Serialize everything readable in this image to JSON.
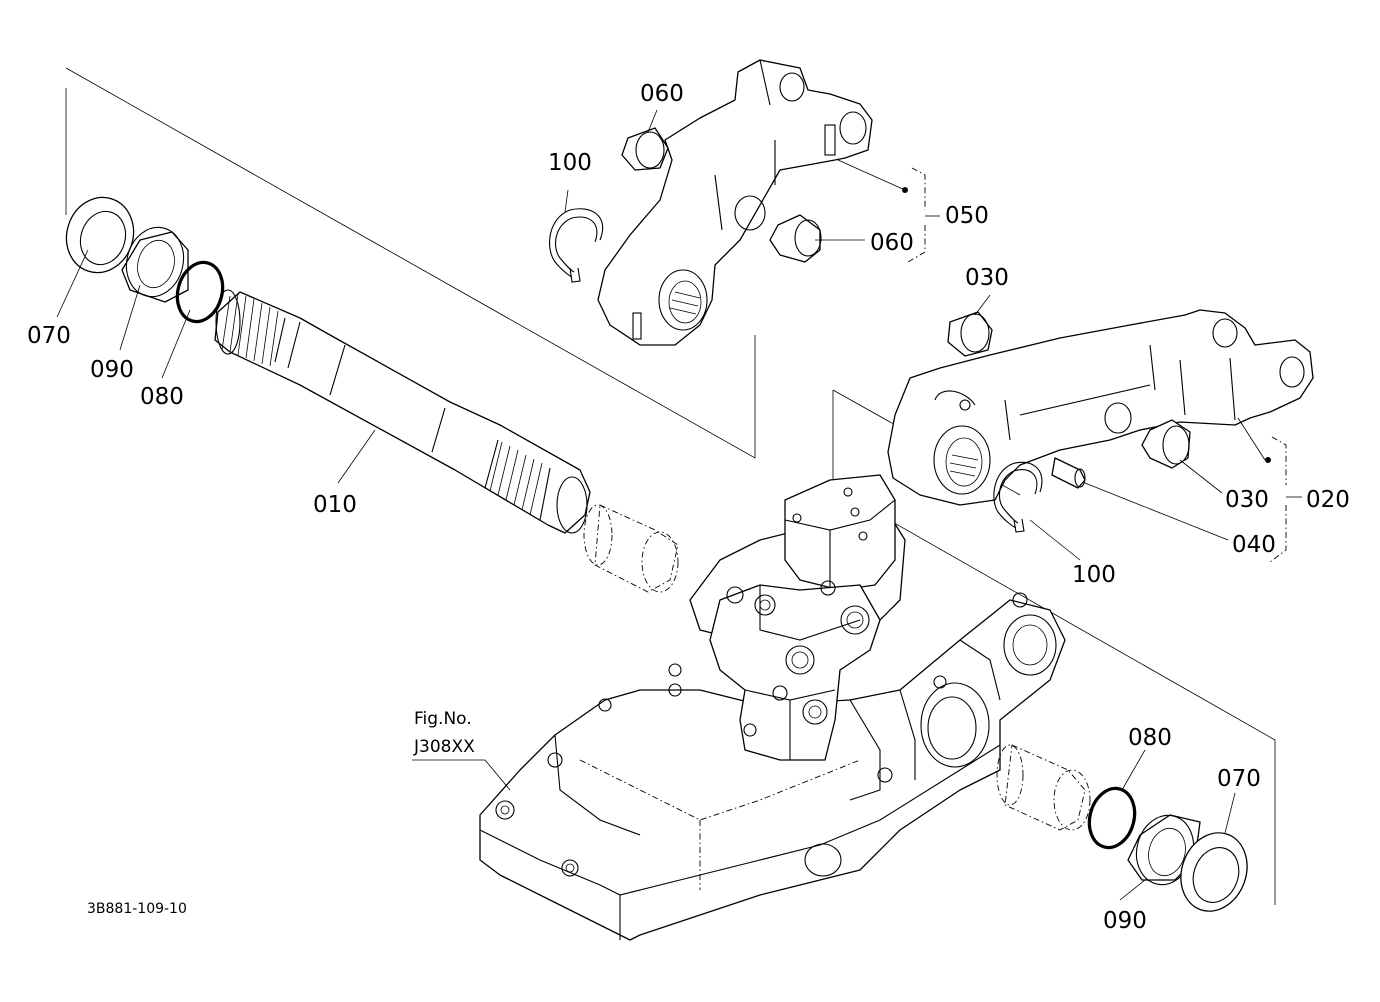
{
  "labels": {
    "p010": "010",
    "p020": "020",
    "p030a": "030",
    "p030b": "030",
    "p040": "040",
    "p050": "050",
    "p060a": "060",
    "p060b": "060",
    "p070a": "070",
    "p070b": "070",
    "p080a": "080",
    "p080b": "080",
    "p090a": "090",
    "p090b": "090",
    "p100a": "100",
    "p100b": "100"
  },
  "figure_ref": {
    "line1": "Fig.No.",
    "line2": "J308XX"
  },
  "drawing_code": "3B881-109-10"
}
